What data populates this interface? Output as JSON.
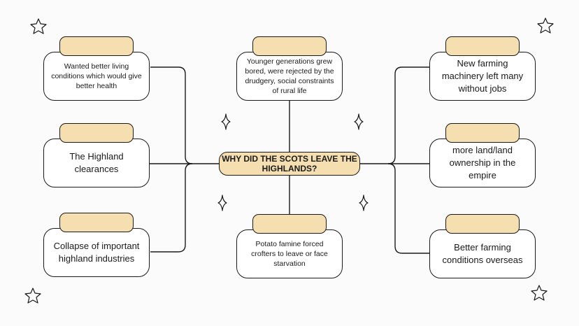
{
  "center": {
    "title": "WHY DID THE SCOTS LEAVE THE HIGHLANDS?"
  },
  "reasons": {
    "left_top": "Wanted better living conditions which would give better health",
    "left_mid": "The Highland clearances",
    "left_bottom": "Collapse of important highland industries",
    "top_center": "Younger generations grew bored, were rejected by the drudgery, social constraints of rural life",
    "bottom_center": "Potato famine forced crofters to leave or face starvation",
    "right_top": "New farming machinery left many without jobs",
    "right_mid": "more land/land ownership in the empire",
    "right_bottom": "Better farming conditions overseas"
  },
  "colors": {
    "accent": "#f5deb0",
    "stroke": "#1a1a1a",
    "background": "#fbfbfb"
  },
  "icons": {
    "corner": "star-outline-icon",
    "sparkle": "sparkle-icon"
  }
}
